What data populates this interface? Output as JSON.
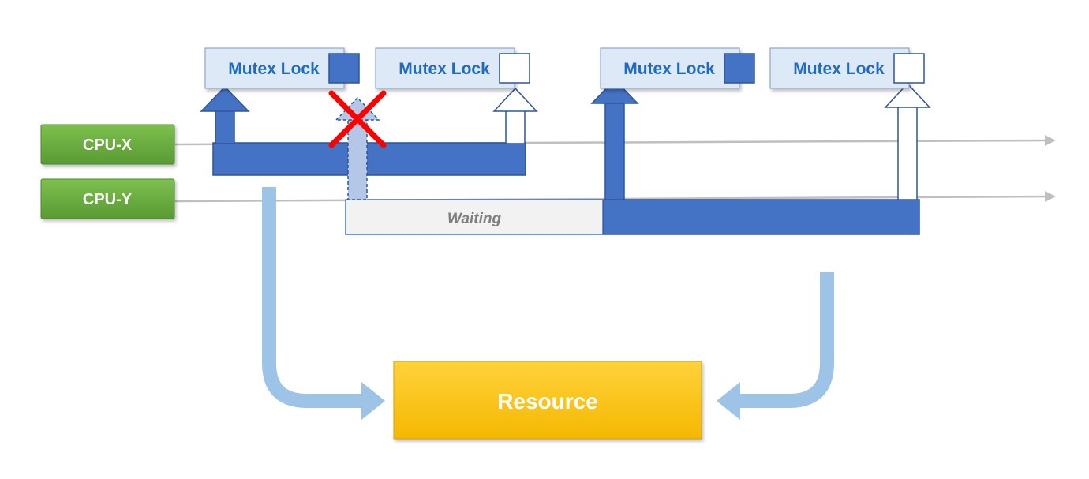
{
  "cpus": [
    {
      "label": "CPU-X"
    },
    {
      "label": "CPU-Y"
    }
  ],
  "locks": [
    {
      "label": "Mutex Lock",
      "state": "locked"
    },
    {
      "label": "Mutex Lock",
      "state": "unlocked"
    },
    {
      "label": "Mutex Lock",
      "state": "locked"
    },
    {
      "label": "Mutex Lock",
      "state": "unlocked"
    }
  ],
  "waiting_label": "Waiting",
  "resource_label": "Resource",
  "colors": {
    "cpu": "#6fb244",
    "lock_fill": "#dde9f6",
    "lock_text": "#1f6cbf",
    "execution": "#4472c4",
    "waiting_fill": "#f2f2f2",
    "access_arrow": "#9dc3e6",
    "resource": "#ffc000",
    "blocked_mark": "#ff0000",
    "timeline": "#bfbfbf"
  }
}
